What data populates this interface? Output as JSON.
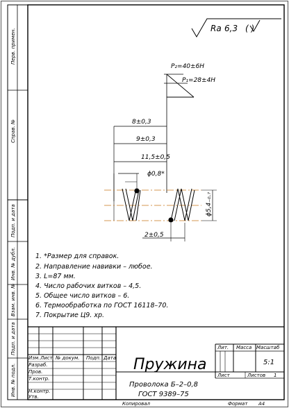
{
  "roughness": {
    "prefix": "Ra",
    "value": "6,3",
    "extra": "( )"
  },
  "side_strip": {
    "perv_primen": "Перв. примен.",
    "sprav_no": "Справ. №",
    "podp_data_1": "Подп. и дата",
    "inv_dubl": "Инв. № дубл.",
    "vzam_inv": "Взам. инв. №",
    "podp_data_2": "Подп. и дата",
    "inv_podl": "Инв. № подл."
  },
  "dimensions": {
    "p2": "P₂=40±6H",
    "p1": "P₁=28±4H",
    "d1": "8±0,3",
    "d2": "9±0,3",
    "d3": "11,5±0,5",
    "wire": "ϕ0,8*",
    "outer": "ϕ5,4₋₀.₇",
    "pitch": "2±0,5"
  },
  "notes": [
    "1.  *Размер для справок.",
    "2.  Направление навивки – любое.",
    "3.  L=87 мм.",
    "4.  Число рабочих витков – 4,5.",
    "5.  Общее число витков – 6.",
    "6.  Термообработка по ГОСТ 16118–70.",
    "7.  Покрытие Ц9. хр."
  ],
  "title_block": {
    "headers": {
      "izm": "Изм.",
      "list": "Лист",
      "doc": "№ докум.",
      "podp": "Подп.",
      "data": "Дата"
    },
    "roles": {
      "razrab": "Разраб.",
      "prov": "Пров.",
      "tkontr": "Т.контр.",
      "nkontr": "Н.контр.",
      "utv": "Утв."
    },
    "name": "Пружина",
    "material_1": "Проволока Б–2–0,8",
    "material_2": "ГОСТ 9389–75",
    "lit": "Лит.",
    "massa": "Масса",
    "masshtab": "Масштаб",
    "scale_value": "5:1",
    "sheet_label": "Лист",
    "sheets_label": "Листов",
    "sheets_value": "1",
    "copied": "Копировал",
    "format_label": "Формат",
    "format_value": "А4"
  }
}
